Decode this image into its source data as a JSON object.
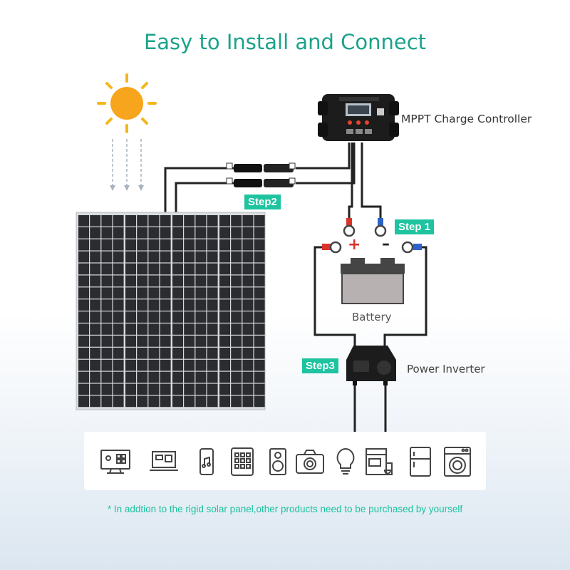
{
  "title": "Easy to Install and Connect",
  "labels": {
    "controller": "MPPT Charge Controller",
    "battery": "Battery",
    "inverter": "Power Inverter",
    "plus": "+",
    "minus": "–"
  },
  "steps": {
    "step1": "Step 1",
    "step2": "Step2",
    "step3": "Step3"
  },
  "appliances": [
    "tv-icon",
    "laptop-icon",
    "phone-icon",
    "tablet-icon",
    "speaker-icon",
    "camera-icon",
    "light-bulb-icon",
    "coffee-maker-icon",
    "refrigerator-icon",
    "washing-machine-icon"
  ],
  "footnote": "* In addtion to the rigid solar panel,other products need to be purchased by yourself",
  "colors": {
    "accent": "#1ec3a0",
    "title": "#1aa38a",
    "positive": "#d9342b",
    "negative": "#2f62c9"
  }
}
